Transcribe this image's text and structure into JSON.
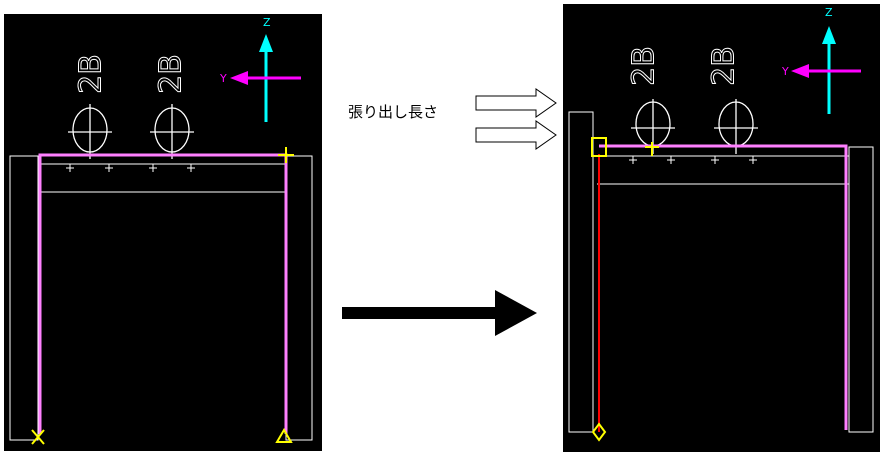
{
  "labels": {
    "pipe_size": "2B",
    "axis_z": "Z",
    "axis_y": "Y",
    "caption": "張り出し長さ"
  },
  "colors": {
    "background": "#000000",
    "frame": "#ffffff",
    "selected_member": "#ff80ff",
    "active_member": "#ff0000",
    "support_marker": "#ffff00",
    "axis_z": "#00ffff",
    "axis_y": "#ff00ff",
    "arrow": "#000000"
  },
  "icons": {
    "fixed_support": "x-mark",
    "pin_support": "triangle",
    "node_select": "square",
    "node_marker": "diamond"
  }
}
